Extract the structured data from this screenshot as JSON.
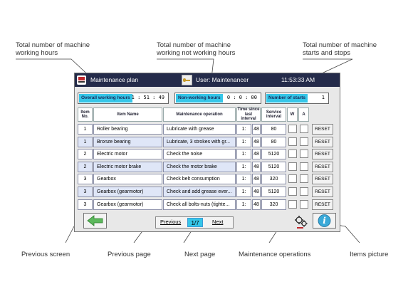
{
  "annotations": {
    "working_hours": [
      "Total number of machine",
      "working hours"
    ],
    "not_working_hours": [
      "Total number of machine",
      "working not working hours"
    ],
    "starts": [
      "Total number of machine",
      "starts and stops"
    ],
    "previous_screen": "Previous screen",
    "previous_page": "Previous page",
    "next_page": "Next page",
    "maintenance_operations": "Maintenance operations",
    "items_picture": "Items picture"
  },
  "titlebar": {
    "title": "Maintenance plan",
    "user": "User: Maintenancer",
    "clock": "11:53:33 AM"
  },
  "stats": {
    "working_label": "Overall working hours",
    "working_value": "1 : 51 : 49",
    "nonworking_label": "Non-working hours",
    "nonworking_value": "0 : 0 :  00",
    "starts_label": "Number of starts",
    "starts_value": "1"
  },
  "table": {
    "headers": {
      "item_no": "Item No.",
      "item_name": "Item Name",
      "operation": "Maintenance operation",
      "time_since": "Time since last interval",
      "service": "Service interval",
      "w": "W",
      "a": "A"
    },
    "rows": [
      {
        "no": "1",
        "name": "Roller bearing",
        "op": "Lubricate with grease",
        "h": "1:",
        "m": "48",
        "service": "80",
        "reset": "RESET"
      },
      {
        "no": "1",
        "name": "Bronze bearing",
        "op": "Lubricate, 3 strokes with gr...",
        "h": "1:",
        "m": "48",
        "service": "80",
        "reset": "RESET"
      },
      {
        "no": "2",
        "name": "Electric motor",
        "op": "Check the noise",
        "h": "1:",
        "m": "48",
        "service": "5120",
        "reset": "RESET"
      },
      {
        "no": "2",
        "name": "Electric motor brake",
        "op": "Check the motor brake",
        "h": "1:",
        "m": "48",
        "service": "5120",
        "reset": "RESET"
      },
      {
        "no": "3",
        "name": "Gearbox",
        "op": "Check belt consumption",
        "h": "1:",
        "m": "48",
        "service": "320",
        "reset": "RESET"
      },
      {
        "no": "3",
        "name": "Gearbox (gearmotor)",
        "op": "Check and add grease ever...",
        "h": "1:",
        "m": "48",
        "service": "5120",
        "reset": "RESET"
      },
      {
        "no": "3",
        "name": "Gearbox (gearmotor)",
        "op": "Check all bolts-nuts (tighte...",
        "h": "1:",
        "m": "48",
        "service": "320",
        "reset": "RESET"
      }
    ]
  },
  "pager": {
    "previous": "Previous",
    "page": "1/7",
    "next": "Next"
  },
  "colors": {
    "titlebar": "#242b4a",
    "accent": "#35c6e8",
    "alt_row": "#dfe6f7",
    "back_arrow": "#5cb85c",
    "info": "#3aa9d8"
  },
  "icons": {
    "back": "arrow-left-icon",
    "gears": "gears-icon",
    "info": "info-icon",
    "key": "key-icon",
    "logo": "logo-icon"
  }
}
